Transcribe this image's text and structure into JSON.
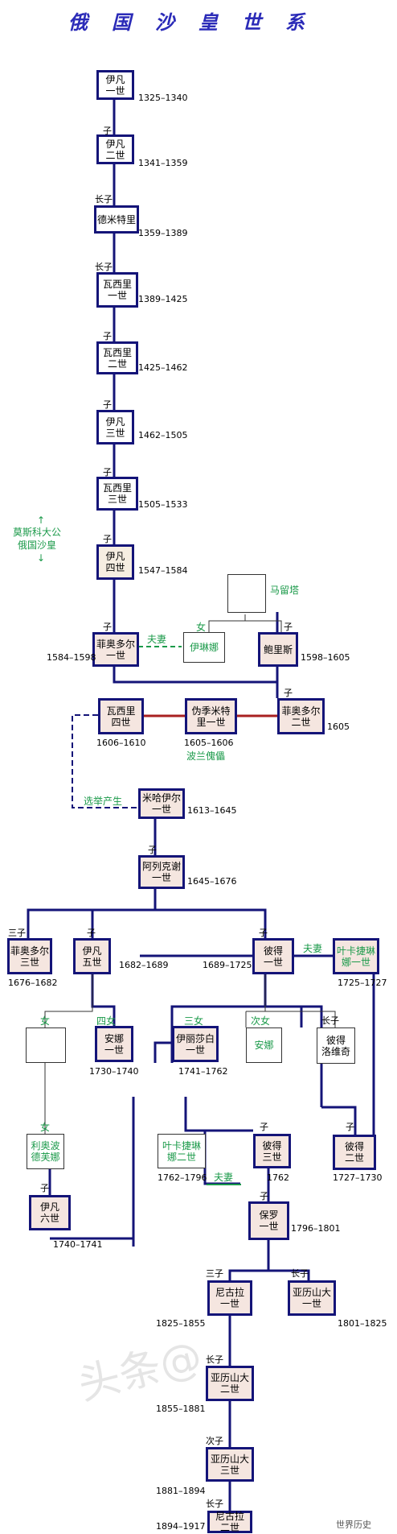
{
  "title": "俄国沙皇世系",
  "tsars": {
    "ivan1": "伊凡\n一世",
    "ivan2": "伊凡\n二世",
    "dmitri": "德米特里",
    "vasily1": "瓦西里\n一世",
    "vasily2": "瓦西里\n二世",
    "ivan3": "伊凡\n三世",
    "vasily3": "瓦西里\n三世",
    "ivan4": "伊凡\n四世",
    "fyodor1": "菲奥多尔\n一世",
    "boris": "鲍里斯",
    "fyodor2": "菲奥多尔\n二世",
    "vasily4": "瓦西里\n四世",
    "false_dmitri": "伪季米特\n里一世",
    "mikhail": "米哈伊尔\n一世",
    "alexei": "阿列克谢\n一世",
    "fyodor3": "菲奥多尔\n三世",
    "ivan5": "伊凡\n五世",
    "peter1": "彼得\n一世",
    "catherine1": "叶卡捷琳\n娜一世",
    "anna": "安娜\n一世",
    "elizabeth": "伊丽莎白\n一世",
    "anna_nonruling": "安娜",
    "peter_alexeyevich": "彼得\n洛维奇",
    "anna_leopoldovna": "利奥波\n德芙娜",
    "catherine2": "叶卡捷琳\n娜二世",
    "peter3": "彼得\n三世",
    "peter2": "彼得\n二世",
    "ivan6": "伊凡\n六世",
    "paul1": "保罗\n一世",
    "nicholas1": "尼古拉\n一世",
    "alexander1": "亚历山大\n一世",
    "alexander2": "亚历山大\n二世",
    "alexander3": "亚历山大\n三世",
    "nicholas2": "尼古拉\n二世",
    "irina": "伊琳娜",
    "unknown_maljuta": "",
    "unknown_anna_mother": ""
  },
  "years": {
    "ivan1": "1325–1340",
    "ivan2": "1341–1359",
    "dmitri": "1359–1389",
    "vasily1": "1389–1425",
    "vasily2": "1425–1462",
    "ivan3": "1462–1505",
    "vasily3": "1505–1533",
    "ivan4": "1547–1584",
    "fyodor1": "1584–1598",
    "boris": "1598–1605",
    "fyodor2": "1605",
    "vasily4": "1606–1610",
    "false_dmitri": "1605–1606",
    "mikhail": "1613–1645",
    "alexei": "1645–1676",
    "fyodor3": "1676–1682",
    "ivan5": "1682–1689",
    "peter1": "1689–1725",
    "catherine1": "1725–1727",
    "anna": "1730–1740",
    "elizabeth": "1741–1762",
    "catherine2": "1762–1796",
    "peter3": "1762",
    "peter2": "1727–1730",
    "ivan6": "1740–1741",
    "paul1": "1796–1801",
    "nicholas1": "1825–1855",
    "alexander1": "1801–1825",
    "alexander2": "1855–1881",
    "alexander3": "1881–1894",
    "nicholas2": "1894–1917"
  },
  "relations": {
    "son": "子",
    "eldest_son": "长子",
    "third_son": "三子",
    "second_son": "次子",
    "daughter": "女",
    "fourth_daughter": "四女",
    "third_daughter": "三女",
    "second_daughter": "次女",
    "spouse": "夫妻"
  },
  "notes": {
    "muscovy_up": "↑",
    "muscovy": "莫斯科大公",
    "tsardom": "俄国沙皇",
    "tsardom_down": "↓",
    "maljuta": "马留塔",
    "polish_puppet": "波兰傀儡",
    "elected": "选举产生"
  },
  "watermark": "头条@",
  "corner_credit": "世界历史"
}
